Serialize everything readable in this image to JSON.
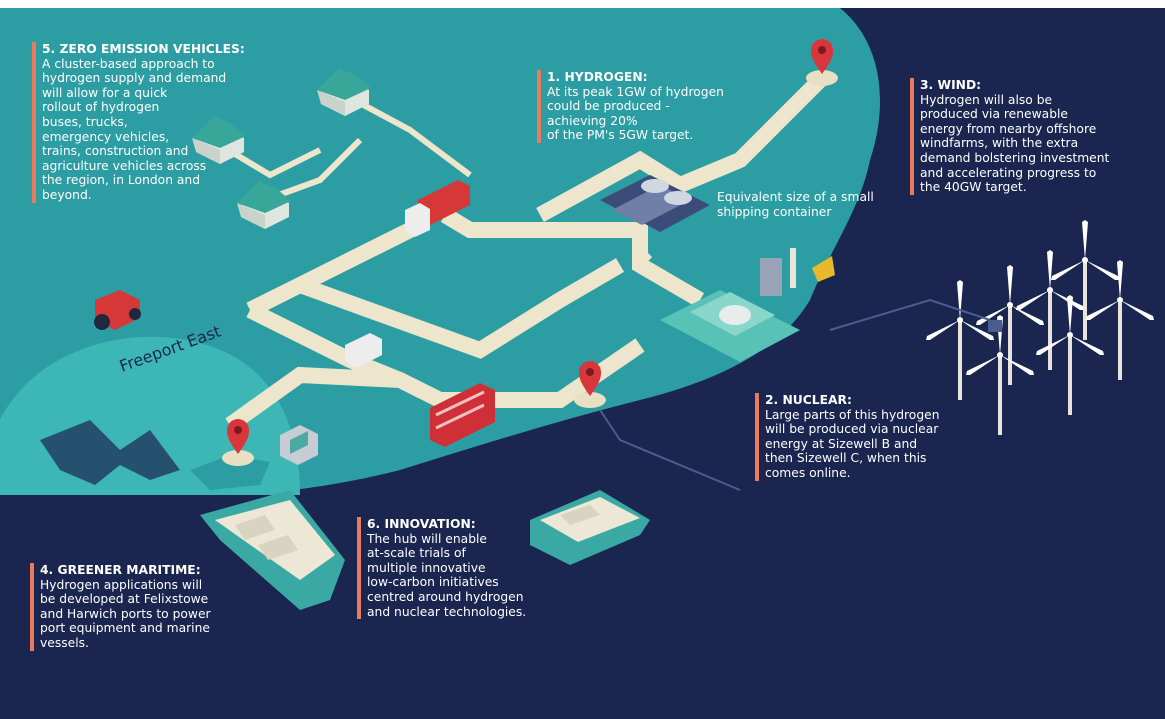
{
  "colors": {
    "sea": "#1b2650",
    "land": "#2c9ea3",
    "land_light": "#3db6b6",
    "road": "#ede5cc",
    "accent": "#ec7a5c",
    "pin": "#d9363b",
    "text": "#ffffff"
  },
  "place_label": "Freeport East",
  "note": "Equivalent size of a small\nshipping container",
  "sections": [
    {
      "title": "5. ZERO EMISSION VEHICLES:",
      "body": "A cluster-based approach to\nhydrogen supply and demand\nwill allow for a quick\nrollout of hydrogen\nbuses, trucks,\nemergency vehicles,\ntrains, construction and\nagriculture vehicles across\nthe region, in London and\nbeyond."
    },
    {
      "title": "1. HYDROGEN:",
      "body": "At its peak 1GW of hydrogen\ncould be produced -\nachieving 20%\nof the PM's 5GW target."
    },
    {
      "title": "3. WIND:",
      "body": "Hydrogen will also be\nproduced via renewable\nenergy from nearby offshore\nwindfarms, with the extra\ndemand bolstering investment\nand accelerating progress to\nthe 40GW target."
    },
    {
      "title": "2. NUCLEAR:",
      "body": "Large parts of this hydrogen\nwill be produced via nuclear\nenergy at Sizewell B and\nthen Sizewell C, when this\ncomes online."
    },
    {
      "title": "4. GREENER MARITIME:",
      "body": "Hydrogen applications will\nbe developed at Felixstowe\nand Harwich ports to power\nport equipment and marine\nvessels."
    },
    {
      "title": "6. INNOVATION:",
      "body": "The hub will enable\nat-scale trials of\nmultiple innovative\nlow-carbon initiatives\ncentred around hydrogen\nand nuclear technologies."
    }
  ]
}
